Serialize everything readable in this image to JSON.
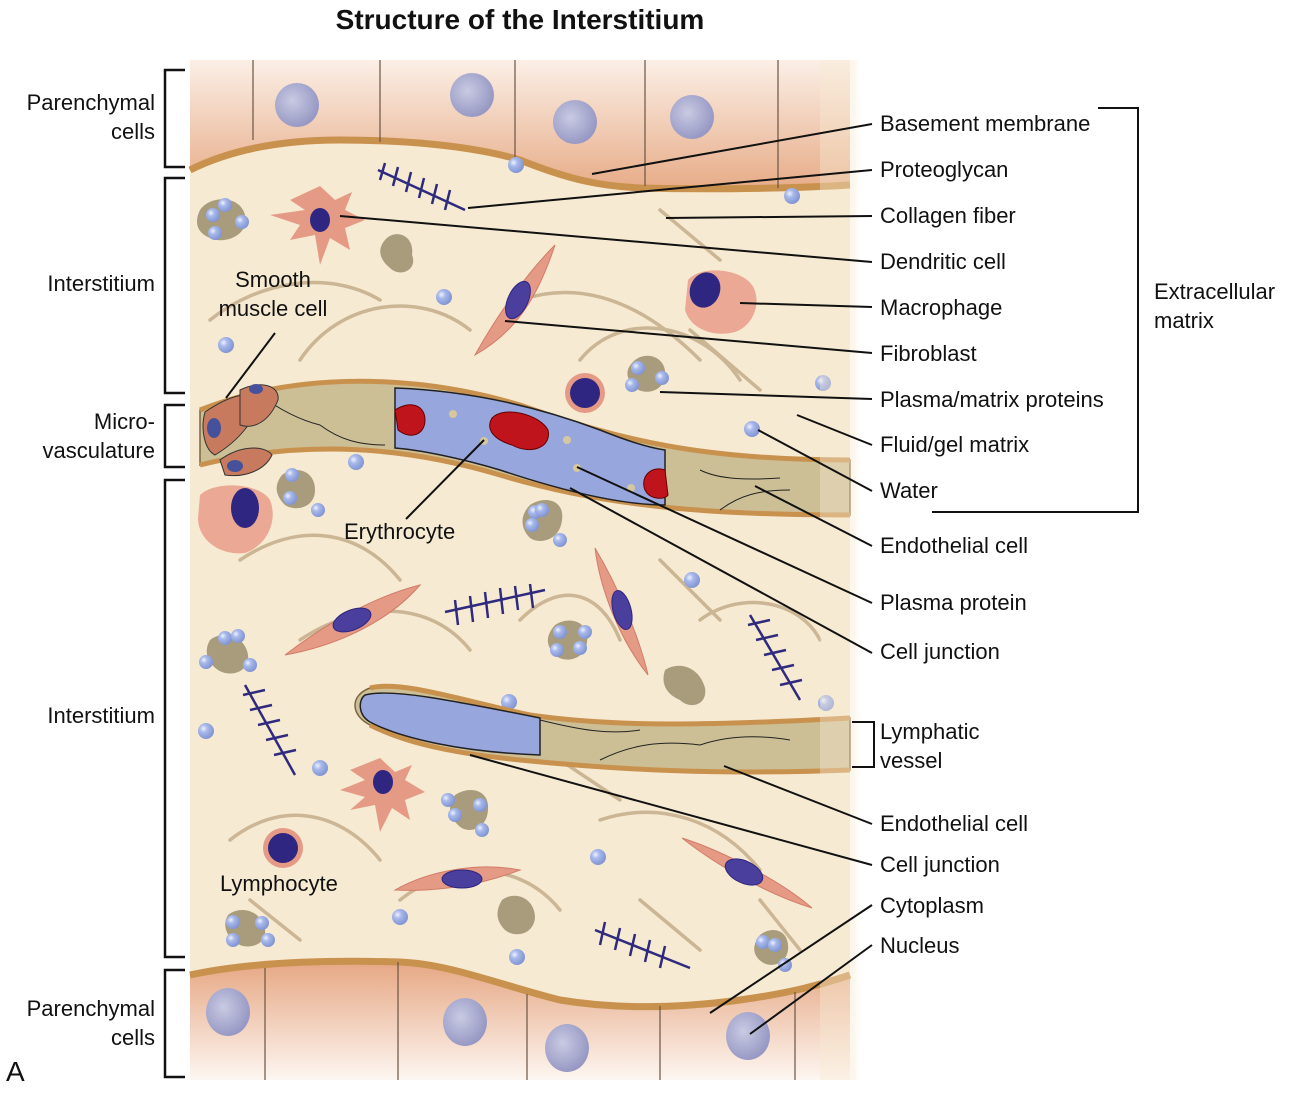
{
  "title": "Structure of the Interstitium",
  "figure_letter": "A",
  "left_labels": [
    {
      "id": "parenchymal-top",
      "text": [
        "Parenchymal",
        "cells"
      ]
    },
    {
      "id": "interstitium-top",
      "text": [
        "Interstitium"
      ]
    },
    {
      "id": "microvasculature",
      "text": [
        "Micro-",
        "vasculature"
      ]
    },
    {
      "id": "interstitium-bottom",
      "text": [
        "Interstitium"
      ]
    },
    {
      "id": "parenchymal-bottom",
      "text": [
        "Parenchymal",
        "cells"
      ]
    }
  ],
  "inner_labels": {
    "smooth_muscle": [
      "Smooth",
      "muscle cell"
    ],
    "erythrocyte": "Erythrocyte",
    "lymphocyte": "Lymphocyte"
  },
  "right_labels": [
    "Basement membrane",
    "Proteoglycan",
    "Collagen fiber",
    "Dendritic cell",
    "Macrophage",
    "Fibroblast",
    "Plasma/matrix proteins",
    "Fluid/gel matrix",
    "Water",
    "Endothelial cell",
    "Plasma protein",
    "Cell junction",
    "Endothelial cell",
    "Cell junction",
    "Cytoplasm",
    "Nucleus"
  ],
  "lymphatic_label": [
    "Lymphatic",
    "vessel"
  ],
  "extracellular_label": [
    "Extracellular",
    "matrix"
  ],
  "colors": {
    "matrix_bg": "#f7ead2",
    "parenchyma": "#e8b08c",
    "basement": "#c9914e",
    "nucleus_light": "#a9abd0",
    "nucleus_dark": "#2e2680",
    "cell_pink": "#e59a86",
    "fiber": "#c6b08e",
    "vessel_wall": "#cdbf95",
    "lumen": "#98a6de",
    "rbc": "#c0141d",
    "water": "#9aaee3",
    "proteoglycan": "#2f2a7e",
    "protein_clump": "#a99c7d"
  }
}
